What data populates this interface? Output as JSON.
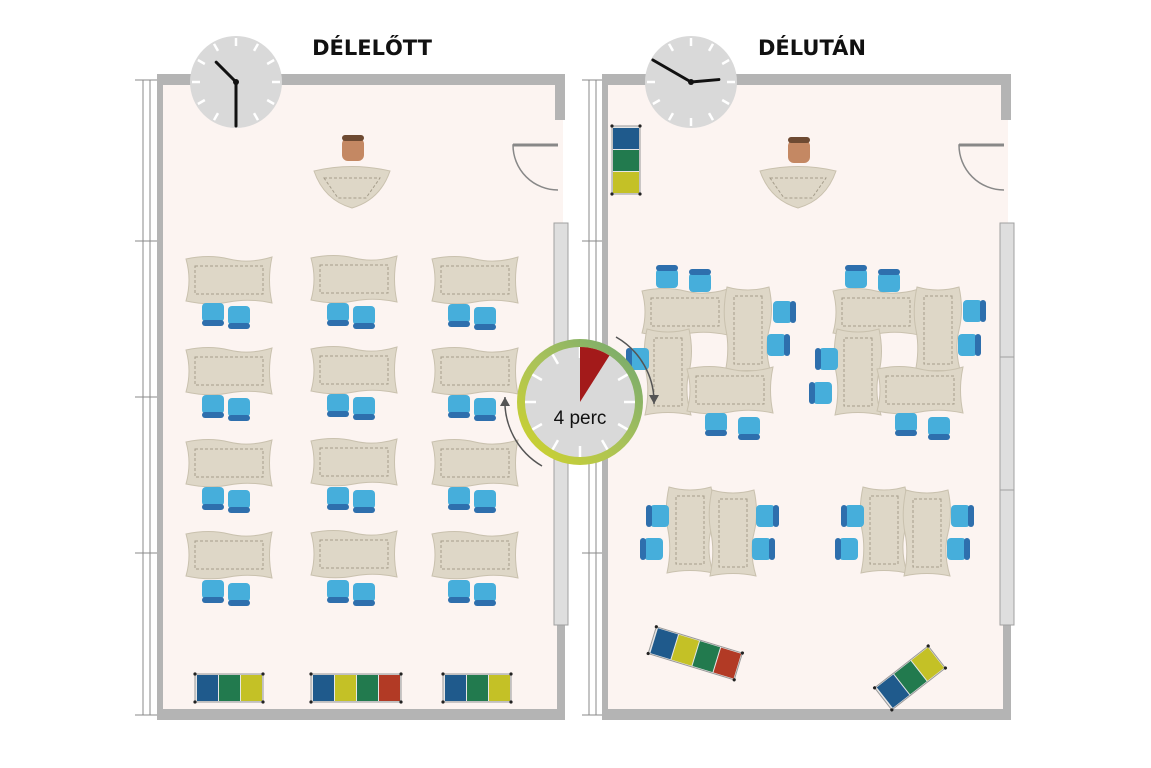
{
  "titles": {
    "morning": "DÉLELŐTT",
    "afternoon": "DÉLUTÁN"
  },
  "clocks": {
    "morning": {
      "hour": 10,
      "minute": 30
    },
    "afternoon": {
      "hour": 2,
      "minute": 50
    }
  },
  "timer": {
    "label": "4 perc",
    "minutes": 4,
    "elapsed_fraction": 0.09
  },
  "colors": {
    "floor": "#fcf4f1",
    "wall": "#b4b4b4",
    "desk": "#ded7c7",
    "chair": "#46aedb",
    "chair_back": "#2e6fad",
    "teacher": "#c48863",
    "bin_blue": "#1f5a8c",
    "bin_green": "#227a4e",
    "bin_yellow": "#c4c126",
    "bin_red": "#b23a25",
    "timer_red": "#a31a1a"
  },
  "bins": {
    "morning_left": [
      "blue",
      "green",
      "yellow"
    ],
    "morning_center": [
      "blue",
      "yellow",
      "green",
      "red"
    ],
    "morning_right": [
      "blue",
      "green",
      "yellow"
    ],
    "afternoon_wall": [
      "blue",
      "green",
      "yellow"
    ],
    "afternoon_left": [
      "blue",
      "yellow",
      "green",
      "red"
    ],
    "afternoon_right": [
      "blue",
      "green",
      "yellow"
    ]
  }
}
